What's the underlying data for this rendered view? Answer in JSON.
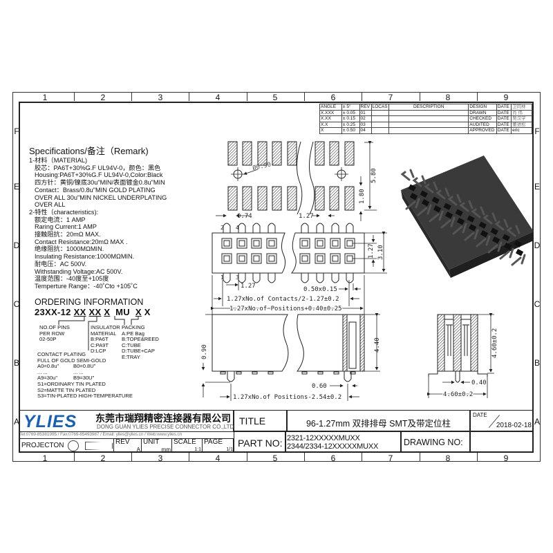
{
  "zones": {
    "columns": [
      "1",
      "2",
      "3",
      "4",
      "5",
      "6",
      "7",
      "8",
      "9"
    ],
    "rows": [
      "F",
      "E",
      "D",
      "C",
      "B",
      "A"
    ]
  },
  "revision_table": {
    "tolerances": [
      {
        "label": "ANGLE",
        "value": "± 5°"
      },
      {
        "label": "X.XXX",
        "value": "± 0.05"
      },
      {
        "label": "X.XX",
        "value": "± 0.15"
      },
      {
        "label": "X.X",
        "value": "± 0.25"
      },
      {
        "label": "X",
        "value": "± 0.50"
      }
    ],
    "headers": {
      "rev": "REV",
      "locas": "LOCAS",
      "description": "DESCRIPTION"
    },
    "revs": [
      "01",
      "02",
      "03",
      "04"
    ],
    "signoffs": [
      {
        "role": "DESIGN",
        "date_label": "DATE",
        "name": "卫同林"
      },
      {
        "role": "DRAWN",
        "date_label": "DATE",
        "name": "肖 伟"
      },
      {
        "role": "CHECKED",
        "date_label": "DATE",
        "name": "吴汉学"
      },
      {
        "role": "AUDITED",
        "date_label": "DATE",
        "name": "董进松"
      },
      {
        "role": "APPROVED",
        "date_label": "DATE",
        "name": "eric"
      }
    ]
  },
  "specifications": {
    "title": "Specifications/备注（Remark)",
    "lines": [
      {
        "text": "1-材料（MATERIAL)",
        "indent": false
      },
      {
        "text": "胶芯：PA6T+30%G.F UL94V-0，颜色：黑色",
        "indent": true
      },
      {
        "text": "Housing:PA6T+30%G.F UL94V-0,Color:Black",
        "indent": true
      },
      {
        "text": "四方针：黄铜/镍底30u\"MIN/表面镀金0.8u\"MIN",
        "indent": true
      },
      {
        "text": "Contact：Brass/0.8u\"MIN GOLD PLATING",
        "indent": true
      },
      {
        "text": "OVER ALL 30u\"MIN NICKEL UNDERPLATING",
        "indent": true
      },
      {
        "text": "OVER ALL",
        "indent": true
      },
      {
        "text": "2-特性（characteristics):",
        "indent": false
      },
      {
        "text": "额定电流：1 AMP",
        "indent": true
      },
      {
        "text": "Raring Current:1 AMP",
        "indent": true
      },
      {
        "text": "接触阻抗：20mΩ MAX.",
        "indent": true
      },
      {
        "text": "Contact Resistance:20mΩ MAX .",
        "indent": true
      },
      {
        "text": "绝缘阻抗：1000MΩMIN.",
        "indent": true
      },
      {
        "text": "Insulating Resistance:1000MΩMIN.",
        "indent": true
      },
      {
        "text": "耐电压：AC 500V.",
        "indent": true
      },
      {
        "text": "Withstanding Voltage:AC 500V.",
        "indent": true
      },
      {
        "text": "温度范围：-40度至+105度",
        "indent": true
      },
      {
        "text": "Temperture Range：-40˚Cto +105˚C",
        "indent": true
      }
    ]
  },
  "ordering": {
    "title": "ORDERING INFORMATION",
    "code": [
      "23XX-12 ",
      "XX",
      " ",
      "XX",
      " ",
      "X",
      "  MU  ",
      "X",
      " X"
    ],
    "pins": [
      "NO.OF PINS",
      "PER ROW",
      "02-50P"
    ],
    "insulator": [
      "INSULATOR",
      "MATERIAL",
      "B:PA6T",
      "C:PA9T",
      "D:LCP"
    ],
    "packing": [
      "PACKING",
      "A:PE Bag",
      "B:TOPE&REED",
      "C:TUBE",
      "D:TUBE+CAP",
      "E:TRAY"
    ],
    "plating": [
      "CONTACT PLATING",
      "FULL OF GOLD SEMI-GOLD"
    ],
    "plating_rows": [
      [
        "A0=0.8u\"",
        "B0=0.8U\""
      ],
      [
        "... ...",
        "... ..."
      ],
      [
        "A9=30u\"",
        "B9=30U\""
      ]
    ],
    "plating_tail": [
      "S1=ORDINARY TIN PLATED",
      "S2=MATTE TIN PLATED",
      "S3=TIN-PLATED HIGH-TEMPERATURE"
    ]
  },
  "dimensions": {
    "hole": "Ø0.90",
    "pad_w": "0.74",
    "pitch_top": "1.27",
    "footprint_h": "5.80",
    "pad_h": "1.80",
    "row_pitch": "1.27",
    "body_w": "3.10",
    "pin_pitch": "1.27",
    "pin_size": "0.50x0.15",
    "contacts_len": "1.27xNo.of Contacts/2-1.27±0.2",
    "body_len": "1.27xNo.of Positions+0.40±0.25",
    "post_h": "0.90",
    "body_h": "4.40",
    "post_d": "0.60",
    "post_span": "1.27xNo.of Positions-2.54±0.2",
    "end_h": "4.60±0.2",
    "end_post": "0.40",
    "end_w": "4.60±0.2",
    "pin_labels": [
      "2",
      "4",
      "1",
      "3"
    ]
  },
  "title_block": {
    "logo": "YLIES",
    "company_cn": "东莞市瑞翔精密连接器有限公司",
    "company_en": "DONG GUAN YLIES PRECISE CONNECTOR CO.,LTD",
    "contact": "Tel:0769-85381995 / Fax:0769-85493987 / Email: ylies@ylies.cn / Web:www.ylies.cn",
    "projection_label": "PROJECTON",
    "rev_label": "REV",
    "rev": "A",
    "unit_label": "UNIT",
    "unit": "mm",
    "scale_label": "SCALE",
    "scale": "1:1",
    "page_label": "PAGE",
    "page": "1/1",
    "title_label": "TITLE",
    "title": "96-1.27mm  双排排母  SMT及带定位柱",
    "date_label": "DATE",
    "date": "2018-02-18",
    "part_no_label": "PART NO:",
    "part_no": [
      "2321-12XXXXXMUXX",
      "2344/2334-12XXXXXMUXX"
    ],
    "drawing_no_label": "DRAWING NO:",
    "logo_blue": "#1b5fae"
  }
}
